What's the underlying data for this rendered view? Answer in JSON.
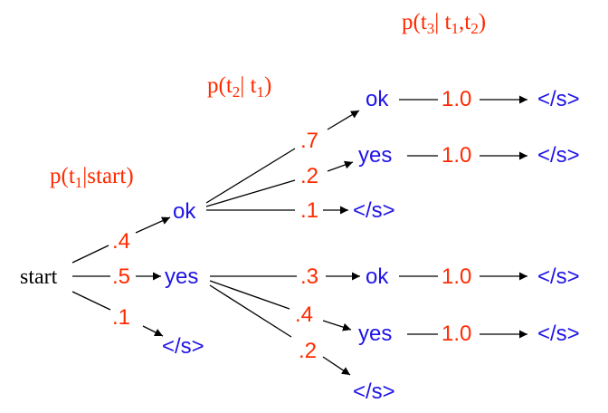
{
  "colors": {
    "node": "#1f14e6",
    "prob": "#ff2a00",
    "start": "#000000",
    "edge": "#000000"
  },
  "headers": {
    "h1": {
      "pre": "p(t",
      "sub1": "1",
      "post": "|start)"
    },
    "h2": {
      "pre": "p(t",
      "sub1": "2",
      "mid": "| t",
      "sub2": "1",
      "post": ")"
    },
    "h3": {
      "pre": "p(t",
      "sub1": "3",
      "mid": "| t",
      "sub2": "1",
      "mid2": ",t",
      "sub3": "2",
      "post": ")"
    }
  },
  "nodes": {
    "start": "start",
    "ok1": "ok",
    "yes1": "yes",
    "end1": "</s>",
    "ok2a": "ok",
    "yes2a": "yes",
    "end2a": "</s>",
    "ok2b": "ok",
    "yes2b": "yes",
    "end2b": "</s>",
    "end3a": "</s>",
    "end3b": "</s>",
    "end3c": "</s>",
    "end3d": "</s>"
  },
  "probs": {
    "p_start_ok": ".4",
    "p_start_yes": ".5",
    "p_start_end": ".1",
    "p_ok_ok": ".7",
    "p_ok_yes": ".2",
    "p_ok_end": ".1",
    "p_yes_ok": ".3",
    "p_yes_yes": ".4",
    "p_yes_end": ".2",
    "p_okok_end": "1.0",
    "p_okyes_end": "1.0",
    "p_yesok_end": "1.0",
    "p_yesyes_end": "1.0"
  }
}
